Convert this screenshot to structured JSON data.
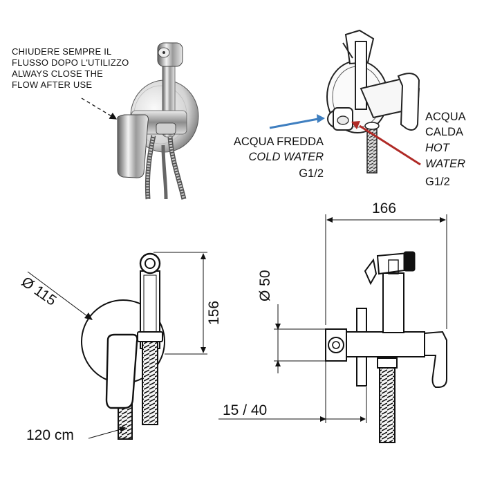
{
  "note": {
    "line1": "CHIUDERE SEMPRE IL",
    "line2": "FLUSSO DOPO L'UTILIZZO",
    "line3": "ALWAYS CLOSE THE",
    "line4": "FLOW AFTER  USE"
  },
  "cold_water": {
    "it": "ACQUA FREDDA",
    "en": "COLD WATER",
    "thread": "G1/2",
    "arrow_color": "#3f7fc0"
  },
  "hot_water": {
    "it_line1": "ACQUA",
    "it_line2": "CALDA",
    "en_line1": "HOT",
    "en_line2": "WATER",
    "thread": "G1/2",
    "arrow_color": "#b02a26"
  },
  "dimensions": {
    "plate_diameter": "Ø 115",
    "height": "156",
    "width": "166",
    "head_diameter": "Ø 50",
    "depth": "15 / 40",
    "hose_length": "120 cm"
  }
}
